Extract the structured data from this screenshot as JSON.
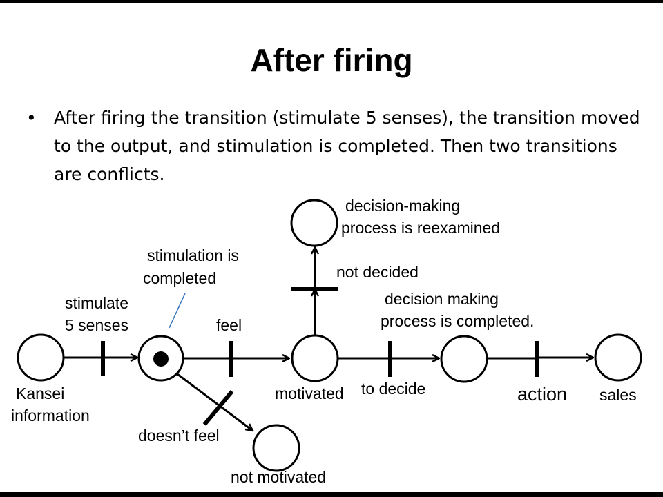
{
  "slide": {
    "title": "After firing",
    "bullet_symbol": "•",
    "bullet_text": "After firing the transition (stimulate 5 senses), the transition moved to the output, and stimulation is completed.  Then two transitions  are conflicts."
  },
  "diagram": {
    "labels": {
      "stimulate": "stimulate",
      "five_senses": "5 senses",
      "stimulation_is": "stimulation is",
      "completed": "completed",
      "feel": "feel",
      "kansei": "Kansei",
      "information": "information",
      "motivated": "motivated",
      "doesnt_feel": "doesn’t feel",
      "not_motivated": "not motivated",
      "decision_making": "decision-making",
      "process_reexamined": "process is reexamined",
      "not_decided": "not decided",
      "decision_making_2": "decision making",
      "process_completed": "process is completed.",
      "to_decide": "to decide",
      "action": "action",
      "sales": "sales"
    }
  }
}
